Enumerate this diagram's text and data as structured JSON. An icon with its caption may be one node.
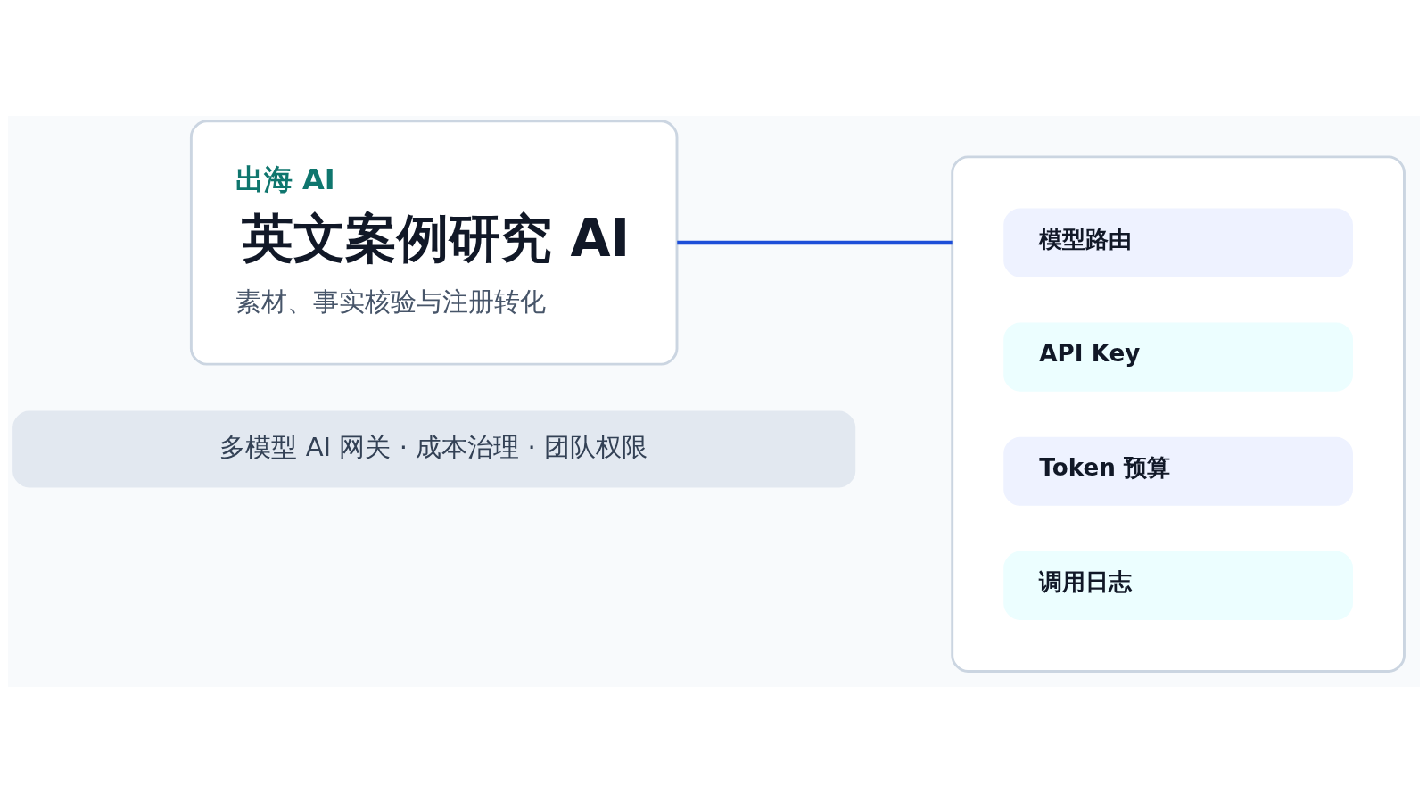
{
  "diagram": {
    "nodes": [
      {
        "text": [
          "出海 AI",
          "英文案例研究 AI",
          "素材、事实核验与注册转化"
        ]
      },
      {
        "text": [],
        "shape": "box"
      },
      {
        "text": [
          "模型路由"
        ],
        "in": 1
      },
      {
        "text": [
          "API Key"
        ],
        "in": 1
      },
      {
        "text": [
          "Token 预算"
        ],
        "in": 1
      },
      {
        "text": [
          "调用日志"
        ],
        "in": 1
      },
      {
        "text": [
          "多模型 AI 网关 · 成本治理 · 团队权限"
        ]
      }
    ],
    "edges": [
      {
        "from": 0,
        "to": 1,
        "arrow": "none",
        "color": "#1d4ed8"
      }
    ]
  }
}
